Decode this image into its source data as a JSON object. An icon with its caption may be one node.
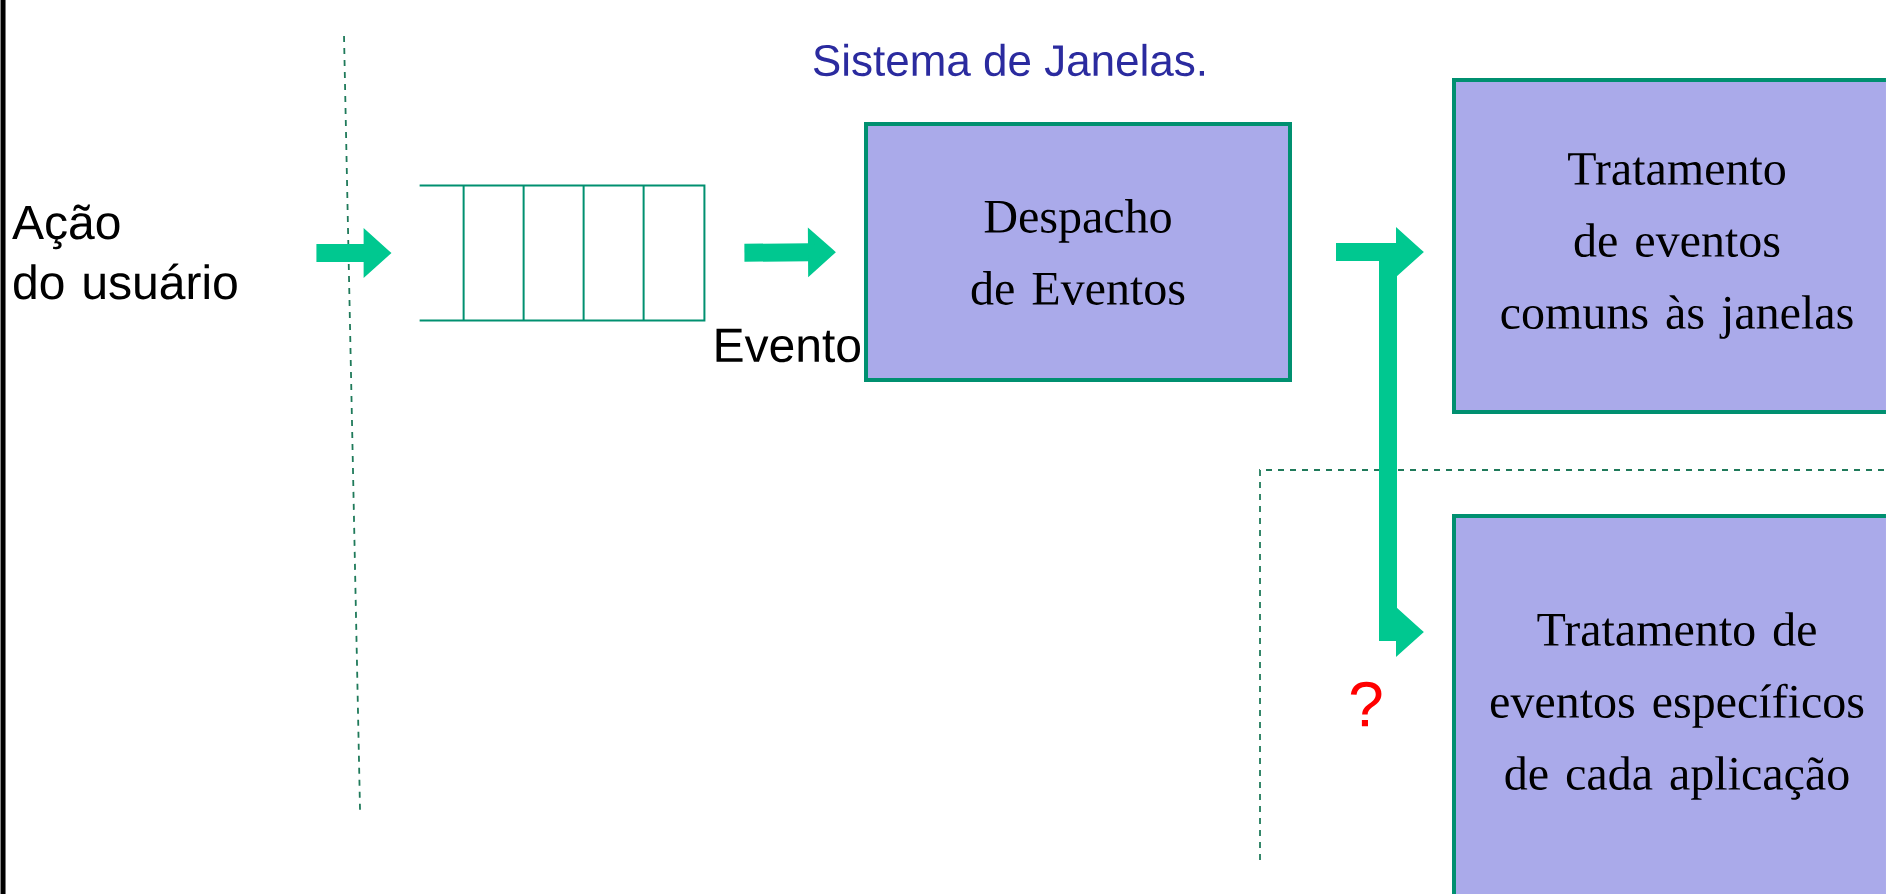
{
  "diagram": {
    "title": "Sistema de Janelas.",
    "nodes": [
      {
        "text": [
          "Ação do usuário"
        ]
      },
      {
        "text": [],
        "shape": "box",
        "beside": [
          "Evento"
        ]
      },
      {
        "text": [
          "Despacho de Eventos"
        ]
      },
      {
        "text": [
          "Tratamento de eventos comuns às janelas"
        ]
      },
      {
        "text": [
          "Tratamento de eventos específicos de cada aplicação"
        ]
      }
    ],
    "edges": [
      {
        "from": 0,
        "to": 1,
        "arrow": "to"
      },
      {
        "from": 1,
        "to": 2,
        "arrow": "to"
      },
      {
        "from": 2,
        "to": 3,
        "arrow": "to"
      },
      {
        "from": 2,
        "to": 4,
        "arrow": "to"
      }
    ],
    "labels": [
      "?"
    ]
  }
}
